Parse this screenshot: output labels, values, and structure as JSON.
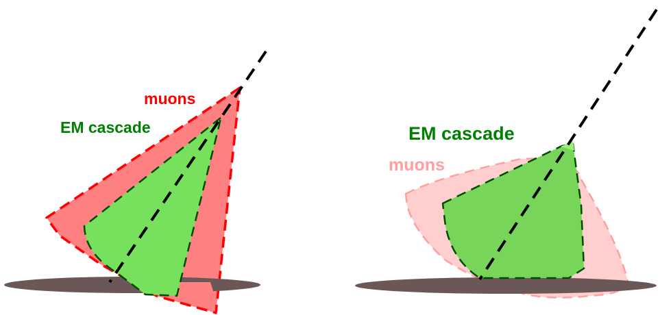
{
  "left_panel": {
    "muons_label": "muons",
    "em_label": "EM cascade",
    "muons_color": "#ff0000",
    "em_color": "#008000",
    "muons_fill": "#ff8080",
    "em_fill": "#77e05c"
  },
  "right_panel": {
    "muons_label": "muons",
    "em_label": "EM cascade",
    "muons_color": "#ff9f9f",
    "em_color": "#008000",
    "muons_fill": "#ffcfcf",
    "em_fill": "#77d65a"
  },
  "ground_color": "#6b5757",
  "axis_color": "#000000"
}
